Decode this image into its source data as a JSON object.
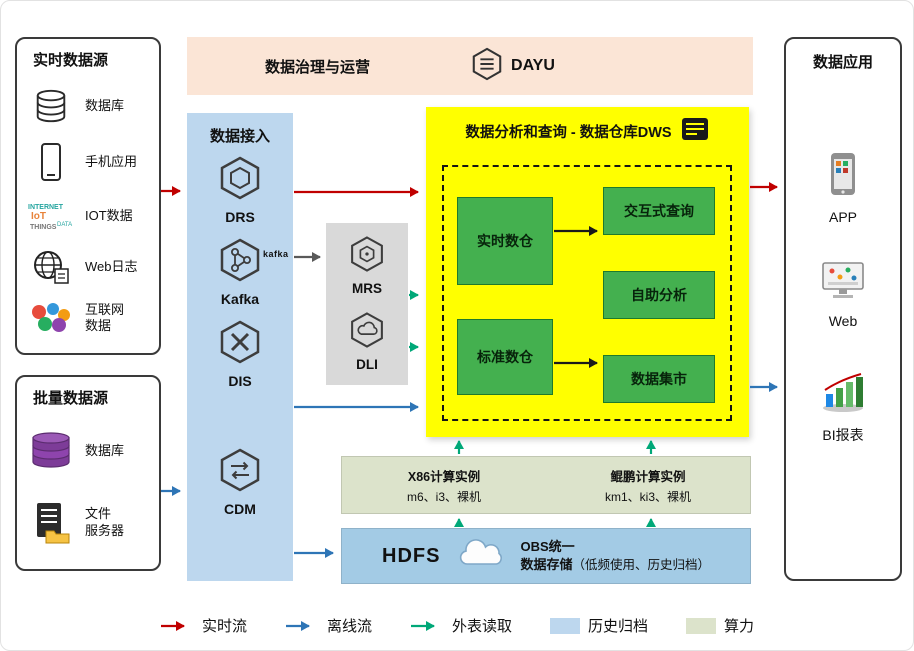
{
  "realtime_sources": {
    "title": "实时数据源",
    "items": [
      {
        "label": "数据库"
      },
      {
        "label": "手机应用"
      },
      {
        "label": "IOT数据"
      },
      {
        "label": "Web日志"
      },
      {
        "label": "互联网",
        "label2": "数据"
      }
    ]
  },
  "batch_sources": {
    "title": "批量数据源",
    "items": [
      {
        "label": "数据库"
      },
      {
        "label": "文件",
        "label2": "服务器"
      }
    ]
  },
  "governance": {
    "title": "数据治理与运营",
    "product": "DAYU"
  },
  "ingestion": {
    "title": "数据接入",
    "items": [
      {
        "label": "DRS"
      },
      {
        "label": "Kafka"
      },
      {
        "label": "DIS"
      },
      {
        "label": "CDM"
      }
    ]
  },
  "middleware": {
    "items": [
      {
        "label": "MRS"
      },
      {
        "label": "DLI"
      }
    ]
  },
  "dws": {
    "title": "数据分析和查询 - 数据仓库DWS",
    "warehouses": [
      {
        "label": "实时数仓"
      },
      {
        "label": "标准数仓"
      }
    ],
    "capabilities": [
      {
        "label": "交互式查询"
      },
      {
        "label": "自助分析"
      },
      {
        "label": "数据集市"
      }
    ]
  },
  "instances": [
    {
      "title": "X86计算实例",
      "subtitle": "m6、i3、裸机"
    },
    {
      "title": "鲲鹏计算实例",
      "subtitle": "km1、ki3、裸机"
    }
  ],
  "storage": {
    "hdfs": "HDFS",
    "obs_line1": "OBS统一",
    "obs_line2": "数据存储",
    "obs_note": "（低频使用、历史归档）"
  },
  "applications": {
    "title": "数据应用",
    "items": [
      {
        "label": "APP"
      },
      {
        "label": "Web"
      },
      {
        "label": "BI报表"
      }
    ]
  },
  "legend": [
    {
      "label": "实时流",
      "type": "arrow",
      "color": "#c00000"
    },
    {
      "label": "离线流",
      "type": "arrow",
      "color": "#2e75b6"
    },
    {
      "label": "外表读取",
      "type": "arrow",
      "color": "#00a878"
    },
    {
      "label": "历史归档",
      "type": "swatch",
      "color": "#bdd7ee"
    },
    {
      "label": "算力",
      "type": "swatch",
      "color": "#dce3cb"
    }
  ],
  "icons": {
    "kafka_wordmark": "kafka",
    "iot_words": [
      "INTERNET",
      "IoT",
      "THINGS",
      "DATA"
    ]
  }
}
